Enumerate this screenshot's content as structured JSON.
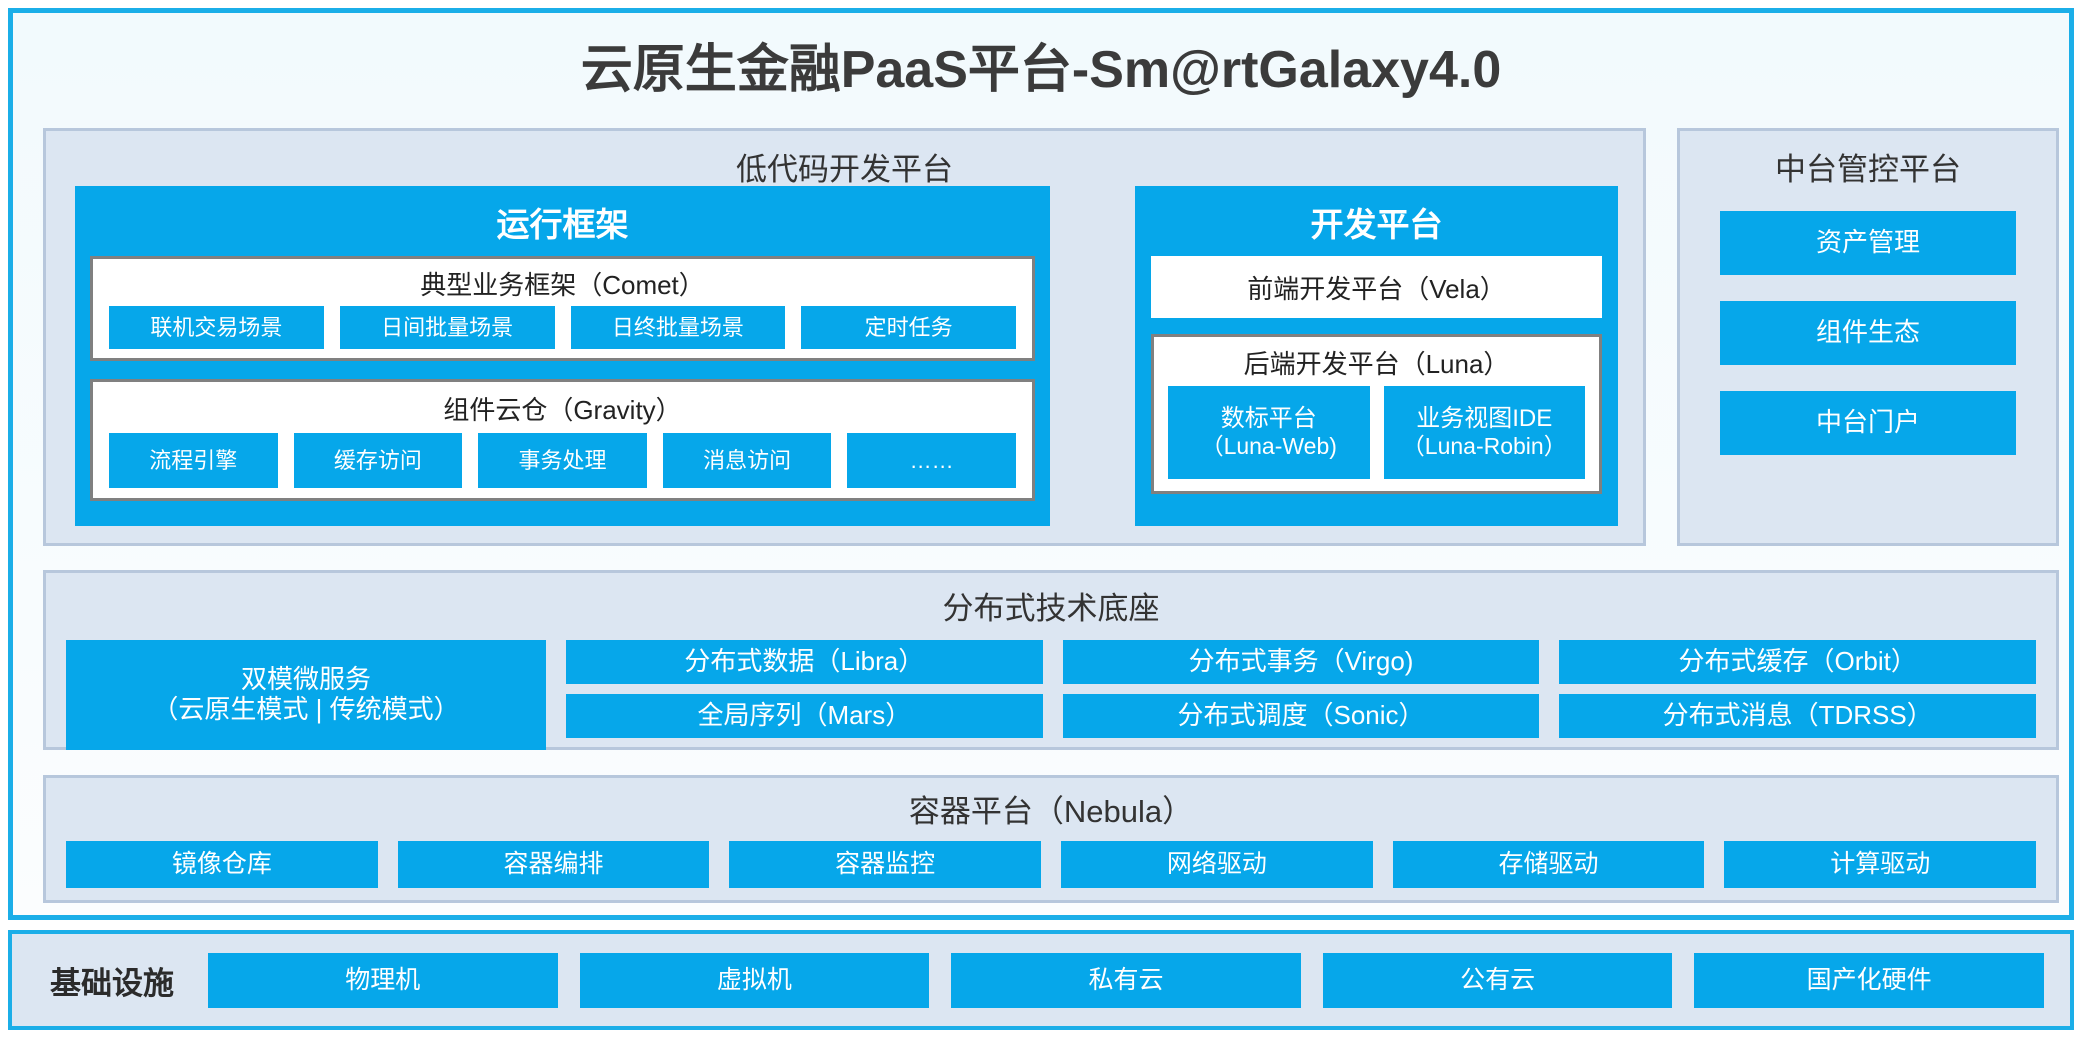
{
  "page": {
    "title": "云原生金融PaaS平台-Sm@rtGalaxy4.0",
    "accent_blue": "#06A7EA",
    "panel_bg": "#DCE6F2",
    "frame_border": "#1BAEE8",
    "inner_border_gray": "#808080"
  },
  "lowcode": {
    "title": "低代码开发平台",
    "runtime": {
      "title": "运行框架",
      "comet": {
        "title": "典型业务框架（Comet）",
        "items": [
          {
            "label": "联机交易场景"
          },
          {
            "label": "日间批量场景"
          },
          {
            "label": "日终批量场景"
          },
          {
            "label": "定时任务"
          }
        ]
      },
      "gravity": {
        "title": "组件云仓（Gravity）",
        "items": [
          {
            "label": "流程引擎"
          },
          {
            "label": "缓存访问"
          },
          {
            "label": "事务处理"
          },
          {
            "label": "消息访问"
          },
          {
            "label": "……"
          }
        ]
      }
    },
    "dev": {
      "title": "开发平台",
      "vela": "前端开发平台（Vela）",
      "luna": {
        "title": "后端开发平台（Luna）",
        "items": [
          {
            "label": "数标平台",
            "sub": "（Luna-Web)"
          },
          {
            "label": "业务视图IDE",
            "sub": "（Luna-Robin）"
          }
        ]
      }
    }
  },
  "midoffice": {
    "title": "中台管控平台",
    "items": [
      {
        "label": "资产管理"
      },
      {
        "label": "组件生态"
      },
      {
        "label": "中台门户"
      }
    ]
  },
  "distributed": {
    "title": "分布式技术底座",
    "microservice": {
      "label": "双模微服务",
      "sub": "（云原生模式 | 传统模式）"
    },
    "columns": [
      {
        "top": {
          "label": "分布式数据（Libra）"
        },
        "bottom": {
          "label": "全局序列（Mars）"
        }
      },
      {
        "top": {
          "label": "分布式事务（Virgo)"
        },
        "bottom": {
          "label": "分布式调度（Sonic）"
        }
      },
      {
        "top": {
          "label": "分布式缓存（Orbit）"
        },
        "bottom": {
          "label": "分布式消息（TDRSS）"
        }
      }
    ]
  },
  "container": {
    "title": "容器平台（Nebula）",
    "items": [
      {
        "label": "镜像仓库"
      },
      {
        "label": "容器编排"
      },
      {
        "label": "容器监控"
      },
      {
        "label": "网络驱动"
      },
      {
        "label": "存储驱动"
      },
      {
        "label": "计算驱动"
      }
    ]
  },
  "infrastructure": {
    "label": "基础设施",
    "items": [
      {
        "label": "物理机"
      },
      {
        "label": "虚拟机"
      },
      {
        "label": "私有云"
      },
      {
        "label": "公有云"
      },
      {
        "label": "国产化硬件"
      }
    ]
  }
}
